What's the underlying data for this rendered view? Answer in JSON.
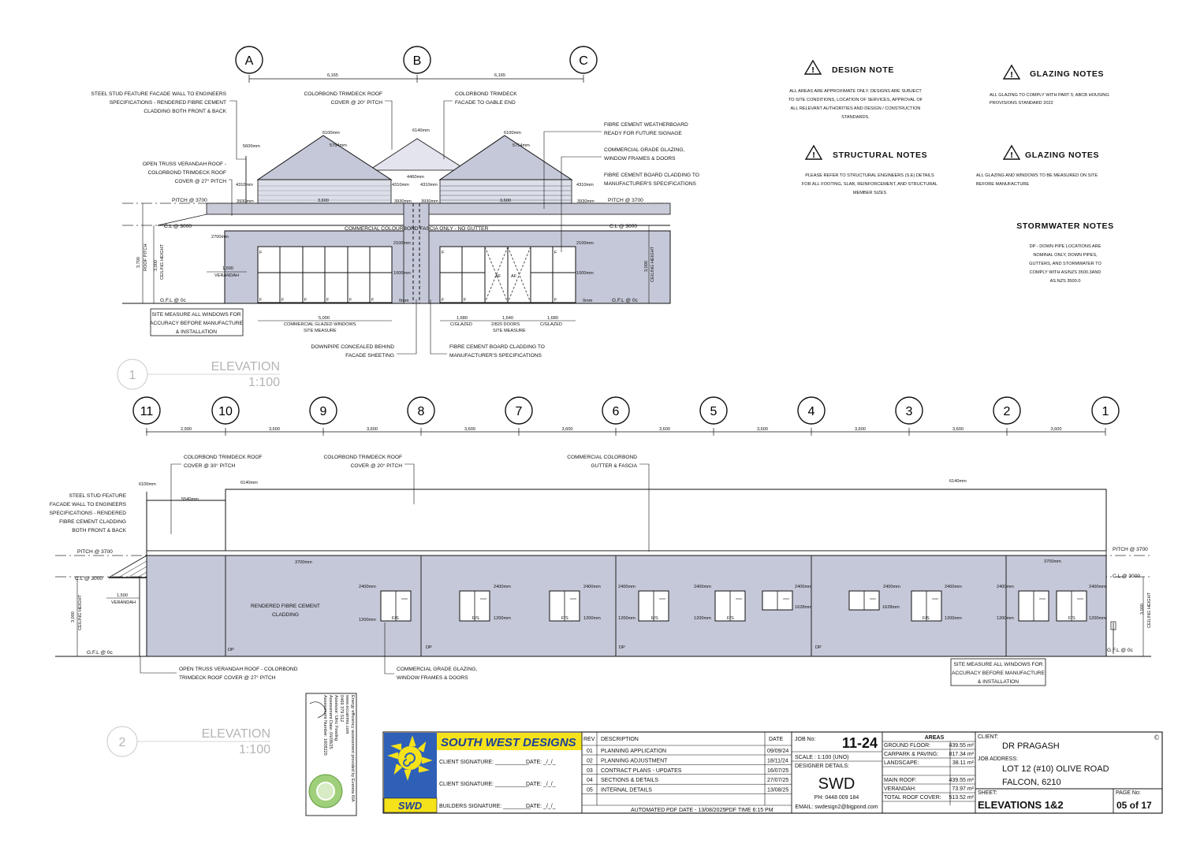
{
  "elevation1": {
    "grid_labels": [
      "A",
      "B",
      "C"
    ],
    "grid_dims": [
      "6,165",
      "6,165"
    ],
    "callouts": {
      "steel_stud": [
        "STEEL STUD FEATURE FACADE WALL TO ENGINEERS",
        "SPECIFICATIONS - RENDERED FIBRE CEMENT",
        "CLADDING BOTH FRONT & BACK"
      ],
      "colorbond_roof": [
        "COLORBOND TRIMDECK ROOF",
        "COVER @ 20° PITCH"
      ],
      "colorbond_facade": [
        "COLORBOND TRIMDECK",
        "FACADE TO GABLE END"
      ],
      "weatherboard": [
        "FIBRE CEMENT WEATHERBOARD",
        "READY FOR FUTURE SIGNAGE"
      ],
      "glazing": [
        "COMMERCIAL GRADE GLAZING,",
        "WINDOW FRAMES & DOORS"
      ],
      "board_cladding": [
        "FIBRE CEMENT BOARD CLADDING TO",
        "MANUFACTURER'S SPECIFICATIONS"
      ],
      "open_truss": [
        "OPEN TRUSS VERANDAH ROOF -",
        "COLORBOND TRIMDECK ROOF",
        "COVER @ 27° PITCH"
      ],
      "downpipe": [
        "DOWNPIPE CONCEALED BEHIND",
        "FACADE SHEETING"
      ],
      "board_cladding_b": [
        "FIBRE CEMENT BOARD CLADDING TO",
        "MANUFACTURER'S SPECIFICATIONS"
      ],
      "site_measure": [
        "SITE MEASURE ALL WINDOWS FOR",
        "ACCURACY BEFORE MANUFACTURE",
        "& INSTALLATION"
      ]
    },
    "dims": {
      "h6100": "6100mm",
      "h5754": "5754mm",
      "h6140": "6140mm",
      "h5600": "5600mm",
      "h4460": "4460mm",
      "h4310": "4310mm",
      "h3930": "3930mm",
      "h2700": "2700mm",
      "h2100": "2100mm",
      "h1000": "1000mm",
      "h0": "0mm",
      "pitch": "PITCH @ 3700",
      "cl": "C.L @ 3000",
      "gfl": "G.F.L @ 0c",
      "fascia": "COMMERCIAL COLOURBOND FASCIA ONLY - NO GUTTER",
      "verandah_dim": "1,500",
      "verandah": "VERANDAH",
      "roof_pitch_dim": "3,700",
      "roof_pitch": "ROOF PITCH",
      "ceiling_dim": "3,000",
      "ceiling": "CEILING HEIGHT",
      "glazed_dim": "5,000",
      "glazed": "COMMERCIAL GLAZED WINDOWS",
      "site": "SITE MEASURE",
      "cglazed_dim": "1,680",
      "cglazed": "C/GLAZED",
      "doors_dim": "1,640",
      "doors": "2/820 DOORS",
      "cglazed_dim_b": "1,680",
      "cglazed_b": "C/GLAZED",
      "site_b": "SITE MEASURE",
      "inner3600": "3,600",
      "f": "F",
      "af": "AF"
    },
    "title": "ELEVATION",
    "scale": "1:100",
    "num": "1"
  },
  "notes": {
    "design_title": "DESIGN NOTE",
    "design_lines": [
      "ALL AREAS ARE APPROXIMATE ONLY. DESIGNS ARE SUBJECT",
      "TO SITE CONDITIONS, LOCATION OF SERVICES, APPROVAL OF",
      "ALL RELEVANT AUTHORITIES AND DESIGN / CONSTRUCTION",
      "STANDARDS."
    ],
    "glazing1_title": "GLAZING NOTES",
    "glazing1_lines": [
      "ALL GLAZING TO COMPLY WITH PART 5; ABCB HOUSING",
      "PROVISIONS STANDARD 2022"
    ],
    "structural_title": "STRUCTURAL NOTES",
    "structural_lines": [
      "PLEASE REFER TO STRUCTURAL ENGINEERS (S.E) DETAILS",
      "FOR ALL FOOTING, SLAB, REINFORCEMENT, AND STRUCTURAL",
      "MEMBER SIZES"
    ],
    "glazing2_title": "GLAZING NOTES",
    "glazing2_lines": [
      "ALL GLAZING AND WINDOWS TO BE MEASURED ON SITE",
      "BEFORE MANUFACTURE"
    ],
    "storm_title": "STORMWATER NOTES",
    "storm_lines": [
      "DP - DOWN PIPE LOCATIONS ARE",
      "NOMINAL ONLY, DOWN PIPES,",
      "GUTTERS, AND STORMWATER TO",
      "COMPLY WITH AS/NZS 3500.3AND",
      "AS.NZS 3500.0"
    ]
  },
  "elevation2": {
    "grid_labels": [
      "11",
      "10",
      "9",
      "8",
      "7",
      "6",
      "5",
      "4",
      "3",
      "2",
      "1"
    ],
    "grid_dims": [
      "2,990",
      "3,600",
      "3,600",
      "3,600",
      "3,600",
      "3,600",
      "3,600",
      "3,600",
      "3,600",
      "3,600"
    ],
    "callouts": {
      "roof30": [
        "COLORBOND TRIMDECK ROOF",
        "COVER @ 30° PITCH"
      ],
      "roof20": [
        "COLORBOND TRIMDECK ROOF",
        "COVER @ 20° PITCH"
      ],
      "gutter": [
        "COMMERCIAL COLORBOND",
        "GUTTER & FASCIA"
      ],
      "steel": [
        "STEEL STUD FEATURE",
        "FACADE WALL TO ENGINEERS",
        "SPECIFICATIONS - RENDERED",
        "FIBRE CEMENT CLADDING",
        "BOTH FRONT & BACK"
      ],
      "render": [
        "RENDERED FIBRE CEMENT",
        "CLADDING"
      ],
      "truss": [
        "OPEN TRUSS VERANDAH ROOF - COLORBOND",
        "TRIMDECK ROOF COVER @ 27° PITCH"
      ],
      "glaze": [
        "COMMERCIAL GRADE GLAZING,",
        "WINDOW FRAMES & DOORS"
      ],
      "site": [
        "SITE MEASURE ALL WINDOWS FOR",
        "ACCURACY BEFORE MANUFACTURE",
        "& INSTALLATION"
      ]
    },
    "dims": {
      "h6100": "6100mm",
      "h6140": "6140mm",
      "h6140b": "6140mm",
      "h5540": "5540mm",
      "pitch": "PITCH @ 3700",
      "pitch_r": "PITCH @ 3700",
      "h3700": "3700mm",
      "h3700b": "3700mm",
      "cl": "C.L @ 3000",
      "cl_r": "C.L @ 3000",
      "gfl": "G.F.L @ 0c",
      "gfl_r": "G.F.L @ 0c",
      "verandah_dim": "1,500",
      "verandah": "VERANDAH",
      "ceil_dim": "3,000",
      "ceil": "CEILING HEIGHT",
      "ceil_dim_r": "3,000",
      "ceil_r": "CEILING HEIGHT",
      "h2400": "2400mm",
      "h1200": "1200mm",
      "h1628": "1628mm",
      "fs": "F/S",
      "dp": "DP",
      "f": "F"
    },
    "title": "ELEVATION",
    "scale": "1:100",
    "num": "2"
  },
  "energy": {
    "lines": [
      "Energy efficiency assessment provided by Evereta WA",
      "www.eccatrims.com",
      "0469 379 512",
      "Assessor: Ulric Fowling",
      "Assessment Date: 04/08/25",
      "Assessment Number: 1608225"
    ]
  },
  "titleblock": {
    "company": "SOUTH WEST DESIGNS",
    "swd": "SWD",
    "client_sig": "CLIENT SIGNATURE: ___________",
    "client_sig2": "CLIENT SIGNATURE: ___________",
    "builders_sig": "BUILDERS SIGNATURE: _________",
    "date_blank": "DATE: _/_/_",
    "rev_header": "REV",
    "desc_header": "DESCRIPTION",
    "date_header": "DATE",
    "revisions": [
      {
        "rev": "01",
        "desc": "PLANNING APPLICATION",
        "date": "09/09/24"
      },
      {
        "rev": "02",
        "desc": "PLANNING ADJUSTMENT",
        "date": "18/11/24"
      },
      {
        "rev": "03",
        "desc": "CONTRACT PLANS - UPDATES",
        "date": "16/07/25"
      },
      {
        "rev": "04",
        "desc": "SECTIONS & DETAILS",
        "date": "27/07/25"
      },
      {
        "rev": "05",
        "desc": "INTERNAL DETAILS",
        "date": "13/08/25"
      }
    ],
    "automated": "AUTOMATED",
    "pdf_date": "PDF DATE - 13/08/2025",
    "pdf_time": "PDF TIME 6:15 PM",
    "job_label": "JOB No:",
    "job_no": "11-24",
    "scale": "SCALE : 1:100 (UNO)",
    "designer": "DESIGNER DETAILS:",
    "designer_code": "SWD",
    "phone": "PH: 0448 009 184",
    "email": "EMAIL: swdesign2@bigpond.com",
    "areas_title": "AREAS",
    "areas": [
      {
        "label": "GROUND FLOOR:",
        "value": "439.55 m²"
      },
      {
        "label": "CARPARK & PAVING:",
        "value": "817.34 m²"
      },
      {
        "label": "LANDSCAPE:",
        "value": "38.11 m²"
      },
      {
        "label": "",
        "value": ""
      },
      {
        "label": "MAIN ROOF:",
        "value": "439.55 m²"
      },
      {
        "label": "VERANDAH:",
        "value": "73.97 m²"
      },
      {
        "label": "TOTAL ROOF COVER:",
        "value": "513.52 m²"
      }
    ],
    "client_label": "CLIENT:",
    "client": "DR PRAGASH",
    "address_label": "JOB ADDRESS:",
    "address1": "LOT 12 (#10) OLIVE ROAD",
    "address2": "FALCON, 6210",
    "sheet_label": "SHEET:",
    "sheet": "ELEVATIONS 1&2",
    "page_label": "PAGE No:",
    "page": "05  of 17"
  }
}
